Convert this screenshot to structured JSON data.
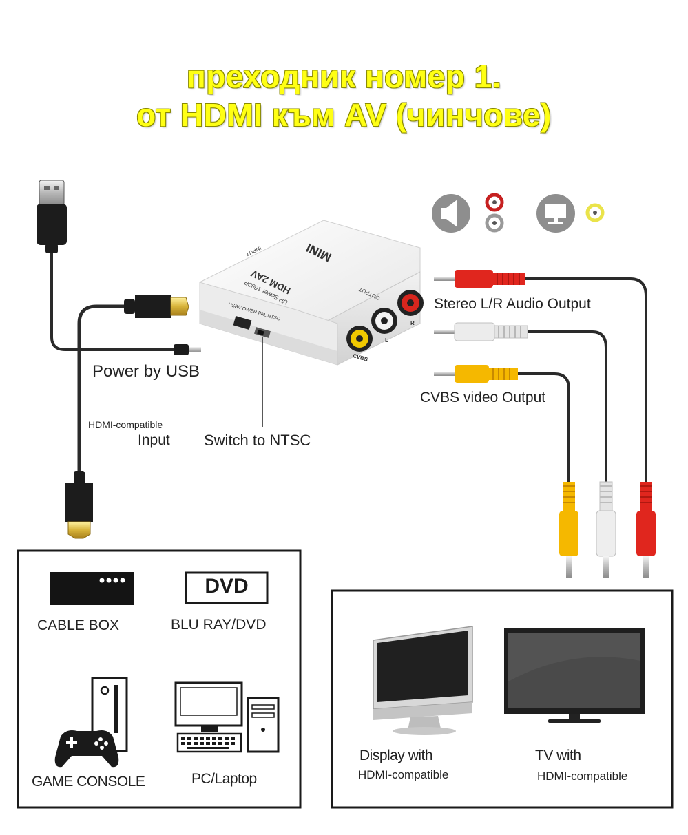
{
  "title": {
    "line1": "преходник номер 1.",
    "line2": "от HDMI към AV (чинчове)"
  },
  "device": {
    "brand": "MINI",
    "model": "HDM 2AV",
    "subtitle": "UP Scaler 1080P",
    "input_label": "INPUT",
    "output_label": "OUTPUT",
    "usb_label": "USB/POWER PAL NTSC",
    "port_cvbs": "CVBS",
    "port_l": "L",
    "port_r": "R"
  },
  "labels": {
    "power": "Power by USB",
    "hdmi_input_line1": "HDMI-compatible",
    "hdmi_input_line2": "Input",
    "switch": "Switch to NTSC",
    "stereo": "Stereo L/R Audio Output",
    "cvbs": "CVBS video Output"
  },
  "sources": {
    "cable_box": "CABLE BOX",
    "dvd_logo": "DVD",
    "blu_ray": "BLU RAY/DVD",
    "game_console": "GAME CONSOLE",
    "pc": "PC/Laptop"
  },
  "displays": {
    "display_line1": "Display with",
    "display_line2": "HDMI-compatible",
    "tv_line1": "TV with",
    "tv_line2": "HDMI-compatible"
  },
  "colors": {
    "title_yellow": "#ffff14",
    "cable_red": "#e0261e",
    "cable_white": "#e8e8e8",
    "cable_yellow": "#f5b800",
    "cable_black": "#1a1a1a"
  },
  "icons": [
    "usb-plug-icon",
    "hdmi-plug-icon",
    "speaker-icon",
    "monitor-icon",
    "rca-jack-icon",
    "gamepad-icon",
    "pc-icon",
    "desktop-monitor-icon",
    "tv-icon"
  ]
}
